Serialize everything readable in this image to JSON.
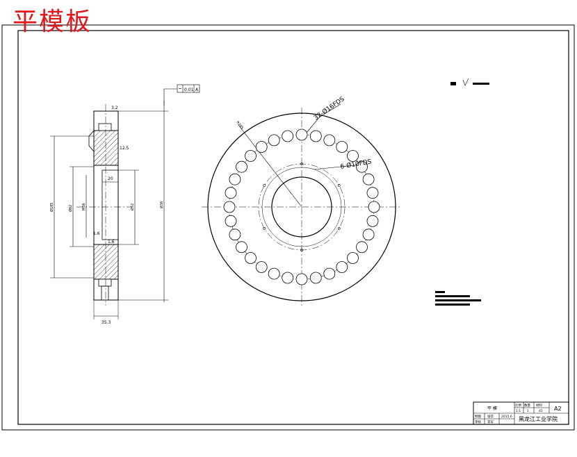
{
  "overlay_title": "平模板",
  "labels": {
    "ra_top": "3.2",
    "ra_mid": "12.5",
    "ra_low": "1.6",
    "ra_bottom": "1.6",
    "width_dim": "35.3",
    "flatness": "0.01",
    "datum": "A",
    "pcd_holes": "32-Ø16FDS",
    "small_holes": "6-Ø10FDS",
    "radius_label": "R285",
    "dia_d1": "Ø185",
    "dia_d2": "Ø82",
    "dia_d3": "M36",
    "dia_d4": "Ø52",
    "dia_outer": "Ø36",
    "step_dim": "20"
  },
  "title_block": {
    "part_name": "平 模",
    "sheet_size": "A2",
    "col_scale": "比例",
    "col_qty": "数量",
    "col_material": "材料",
    "scale": "1:1",
    "qty": "1",
    "material": "45",
    "drawn_label": "制图",
    "drawn_name": "张华",
    "date": "2015.6",
    "check_label": "审核",
    "check_name": "李军",
    "school": "黑龙江工业学院"
  }
}
